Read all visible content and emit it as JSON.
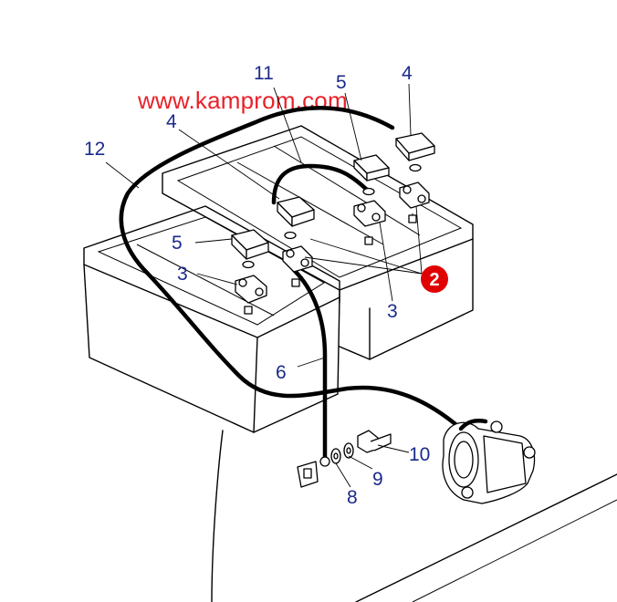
{
  "watermark": "www.kamprom.com",
  "callouts": {
    "c11": "11",
    "c5_top": "5",
    "c4_top": "4",
    "c12": "12",
    "c4_mid": "4",
    "c5_left": "5",
    "c3_left": "3",
    "c2_highlight": "2",
    "c3_right": "3",
    "c6": "6",
    "c10": "10",
    "c9": "9",
    "c8": "8"
  },
  "colors": {
    "watermark": "#e8222a",
    "callout_text": "#1a2a8c",
    "highlight_badge": "#e00000"
  },
  "parts": {
    "items": [
      {
        "id": "2",
        "icon": "battery-terminal-clamp-icon"
      },
      {
        "id": "3",
        "icon": "clamp-terminal-icon"
      },
      {
        "id": "4",
        "icon": "terminal-cap-icon"
      },
      {
        "id": "5",
        "icon": "terminal-cap-icon"
      },
      {
        "id": "6",
        "icon": "cable-icon"
      },
      {
        "id": "8",
        "icon": "washer-icon"
      },
      {
        "id": "9",
        "icon": "lock-washer-icon"
      },
      {
        "id": "10",
        "icon": "bolt-icon"
      },
      {
        "id": "11",
        "icon": "jumper-cable-icon"
      },
      {
        "id": "12",
        "icon": "cable-icon"
      }
    ]
  }
}
